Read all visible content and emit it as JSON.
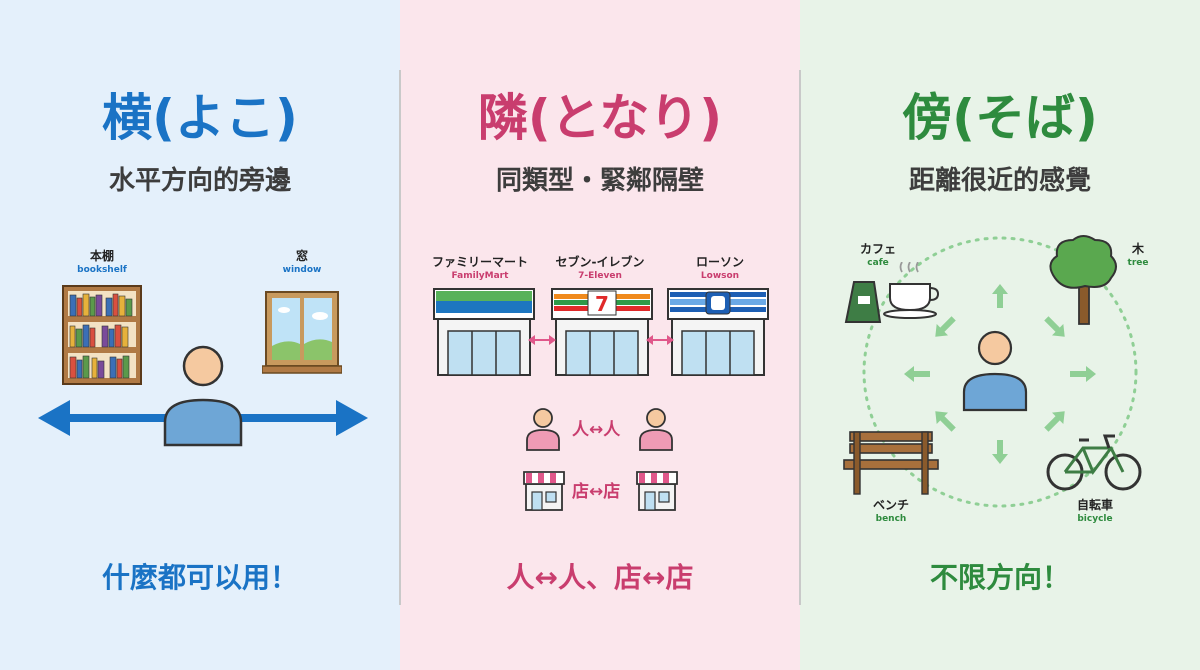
{
  "panels": [
    {
      "title": "横(よこ)",
      "subtitle": "水平方向的旁邊",
      "labels": [
        {
          "jp": "本棚",
          "en": "bookshelf"
        },
        {
          "jp": "窓",
          "en": "window"
        }
      ],
      "footer": "什麼都可以用！",
      "color": "#1a73c5"
    },
    {
      "title": "隣(となり)",
      "subtitle": "同類型・緊鄰隔壁",
      "stores": [
        {
          "jp": "ファミリーマート",
          "en": "FamilyMart"
        },
        {
          "jp": "セブン-イレブン",
          "en": "7-Eleven"
        },
        {
          "jp": "ローソン",
          "en": "Lowson"
        }
      ],
      "pair_people": "人↔人",
      "pair_shops": "店↔店",
      "footer": "人↔人、店↔店",
      "color": "#c93d6e"
    },
    {
      "title": "傍(そば)",
      "subtitle": "距離很近的感覺",
      "items": [
        {
          "jp": "カフェ",
          "en": "cafe"
        },
        {
          "jp": "木",
          "en": "tree"
        },
        {
          "jp": "ベンチ",
          "en": "bench"
        },
        {
          "jp": "自転車",
          "en": "bicycle"
        }
      ],
      "footer": "不限方向！",
      "color": "#2e8b3e"
    }
  ],
  "icons": {
    "store_sign_text": "7"
  }
}
